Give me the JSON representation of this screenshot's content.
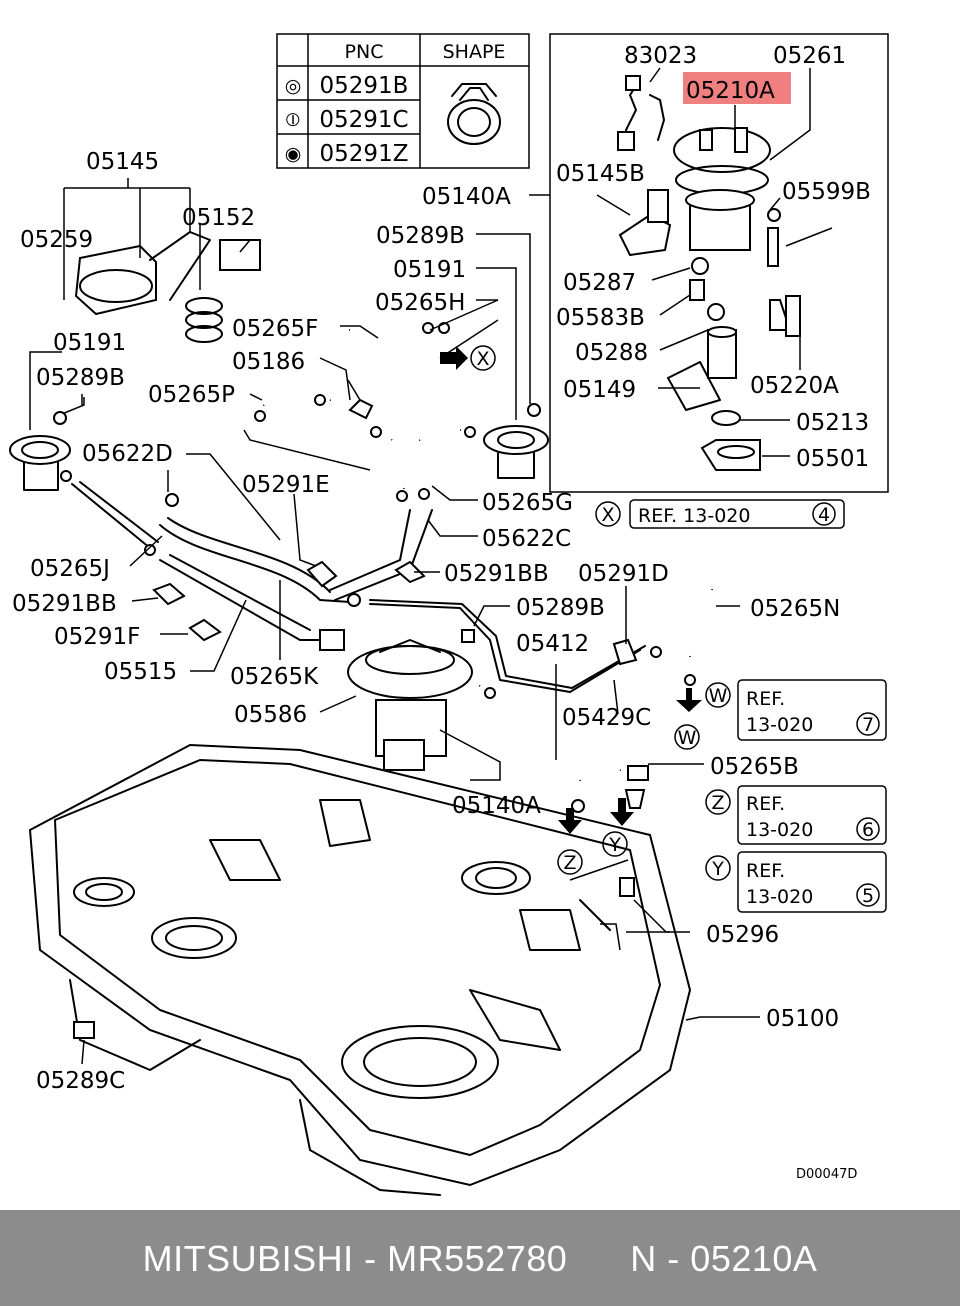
{
  "legend": {
    "col_pnc": "PNC",
    "col_shape": "SHAPE",
    "rows": [
      {
        "symbol": "◎",
        "pnc": "05291B"
      },
      {
        "symbol": "⦶",
        "pnc": "05291C"
      },
      {
        "symbol": "◉",
        "pnc": "05291Z"
      }
    ]
  },
  "labels": {
    "l83023": "83023",
    "l05261": "05261",
    "l05210A": "05210A",
    "l05145": "05145",
    "l05152": "05152",
    "l05259": "05259",
    "l05145B": "05145B",
    "l05599B": "05599B",
    "l05140A_top": "05140A",
    "l05289B_a": "05289B",
    "l05191_a": "05191",
    "l05265H": "05265H",
    "l05287": "05287",
    "l05265F": "05265F",
    "l05583B": "05583B",
    "l05191_b": "05191",
    "l05186": "05186",
    "l05288": "05288",
    "l05289B_b": "05289B",
    "l05265P": "05265P",
    "l05149": "05149",
    "l05220A": "05220A",
    "l05213": "05213",
    "l05622D": "05622D",
    "l05501": "05501",
    "l05291E": "05291E",
    "l05265G": "05265G",
    "l05622C": "05622C",
    "l05265J": "05265J",
    "l05291BB_a": "05291BB",
    "l05291D": "05291D",
    "l05291BB_b": "05291BB",
    "l05289B_c": "05289B",
    "l05265N": "05265N",
    "l05291F": "05291F",
    "l05412": "05412",
    "l05515": "05515",
    "l05265K": "05265K",
    "l05586": "05586",
    "l05429C": "05429C",
    "l05265B": "05265B",
    "l05140A_bot": "05140A",
    "l05296": "05296",
    "l05100": "05100",
    "l05289C": "05289C",
    "circ_x": "X",
    "circ_w1": "W",
    "circ_w2": "W",
    "circ_z1": "Z",
    "circ_z2": "Z",
    "circ_y1": "Y",
    "circ_y2": "Y",
    "circ_x2": "X"
  },
  "refs": [
    {
      "text": "REF. 13-020",
      "num": "4"
    },
    {
      "line1": "REF.",
      "line2": "13-020",
      "num": "7"
    },
    {
      "line1": "REF.",
      "line2": "13-020",
      "num": "6"
    },
    {
      "line1": "REF.",
      "line2": "13-020",
      "num": "5"
    }
  ],
  "diagram_code": "D00047D",
  "highlight_color": "#f08080",
  "footer": {
    "brand": "MITSUBISHI",
    "part_number": "MR552780",
    "sep": "-",
    "n_label": "N",
    "pnc": "05210A"
  }
}
